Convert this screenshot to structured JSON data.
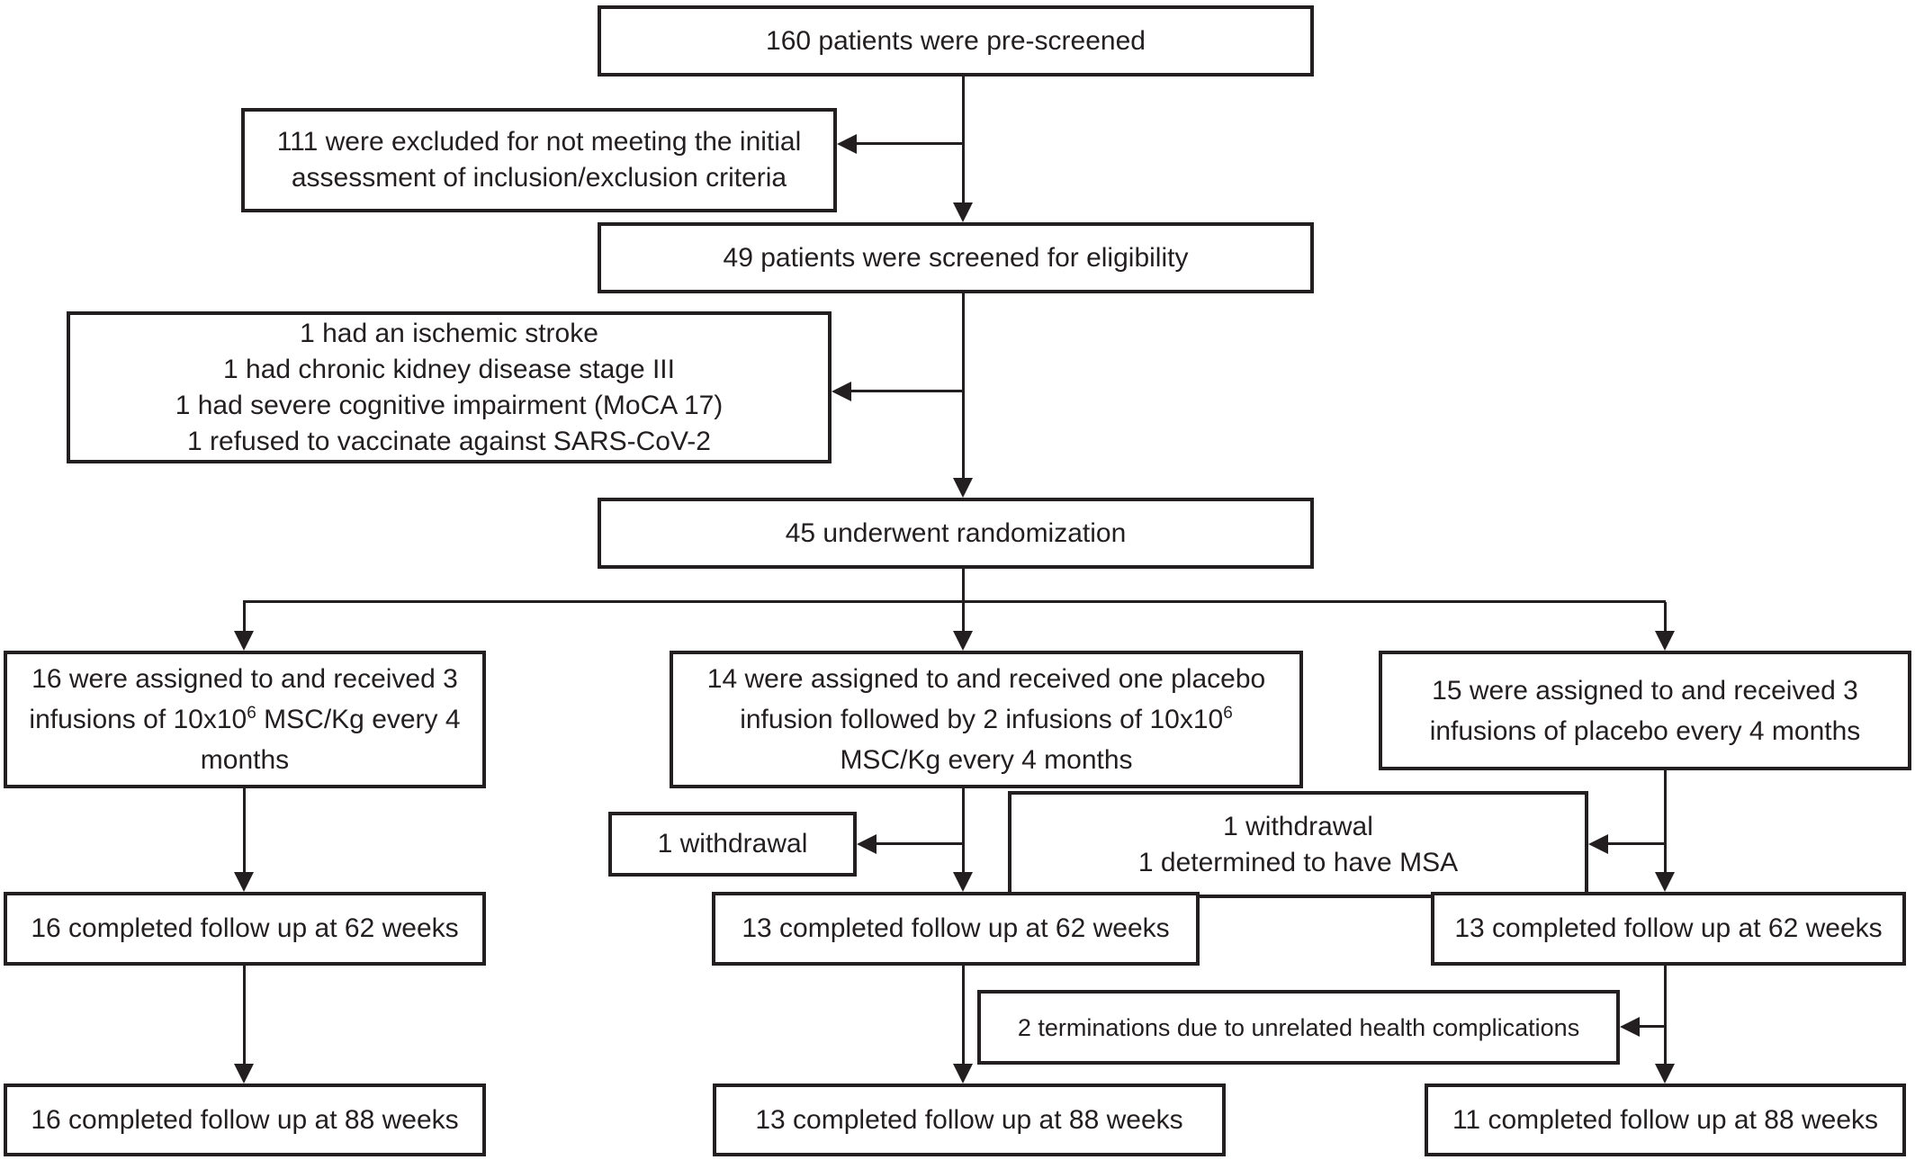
{
  "figure": {
    "type": "consort-flow-diagram",
    "colors": {
      "ink": "#231f20",
      "background": "#ffffff"
    },
    "boxes": {
      "prescreened": {
        "text": "160 patients were pre-screened"
      },
      "excluded_initial": {
        "line1": "111 were excluded for not meeting the initial",
        "line2": "assessment of inclusion/exclusion criteria"
      },
      "screened": {
        "text": "49 patients were screened for eligibility"
      },
      "excluded_screening": {
        "line1": "1 had an ischemic stroke",
        "line2": "1 had chronic kidney disease stage III",
        "line3": "1 had severe cognitive impairment (MoCA 17)",
        "line4": "1 refused to vaccinate against SARS-CoV-2"
      },
      "randomized": {
        "text": "45 underwent randomization"
      },
      "arm_msc": {
        "line1": "16 were assigned to and received 3",
        "line2_pre": "infusions of 10x10",
        "line2_sup": "6",
        "line2_post": " MSC/Kg every 4",
        "line3": "months"
      },
      "arm_placebo_msc": {
        "line1": "14 were assigned to and received one placebo",
        "line2_pre": "infusion followed by 2 infusions of 10x10",
        "line2_sup": "6",
        "line3": "MSC/Kg every 4 months"
      },
      "arm_placebo": {
        "line1": "15 were assigned to and received 3",
        "line2": "infusions of placebo every 4 months"
      },
      "withdrawal_mid": {
        "text": "1 withdrawal"
      },
      "withdrawal_right": {
        "line1": "1 withdrawal",
        "line2": "1 determined to have MSA"
      },
      "fu62_left": {
        "text": "16 completed follow up at 62 weeks"
      },
      "fu62_mid": {
        "text": "13 completed follow up at 62 weeks"
      },
      "fu62_right": {
        "text": "13 completed follow up at 62 weeks"
      },
      "terminations": {
        "text": "2 terminations due to unrelated health complications"
      },
      "fu88_left": {
        "text": "16 completed follow up at 88 weeks"
      },
      "fu88_mid": {
        "text": "13 completed follow up at 88 weeks"
      },
      "fu88_right": {
        "text": "11 completed follow up at 88 weeks"
      }
    }
  }
}
